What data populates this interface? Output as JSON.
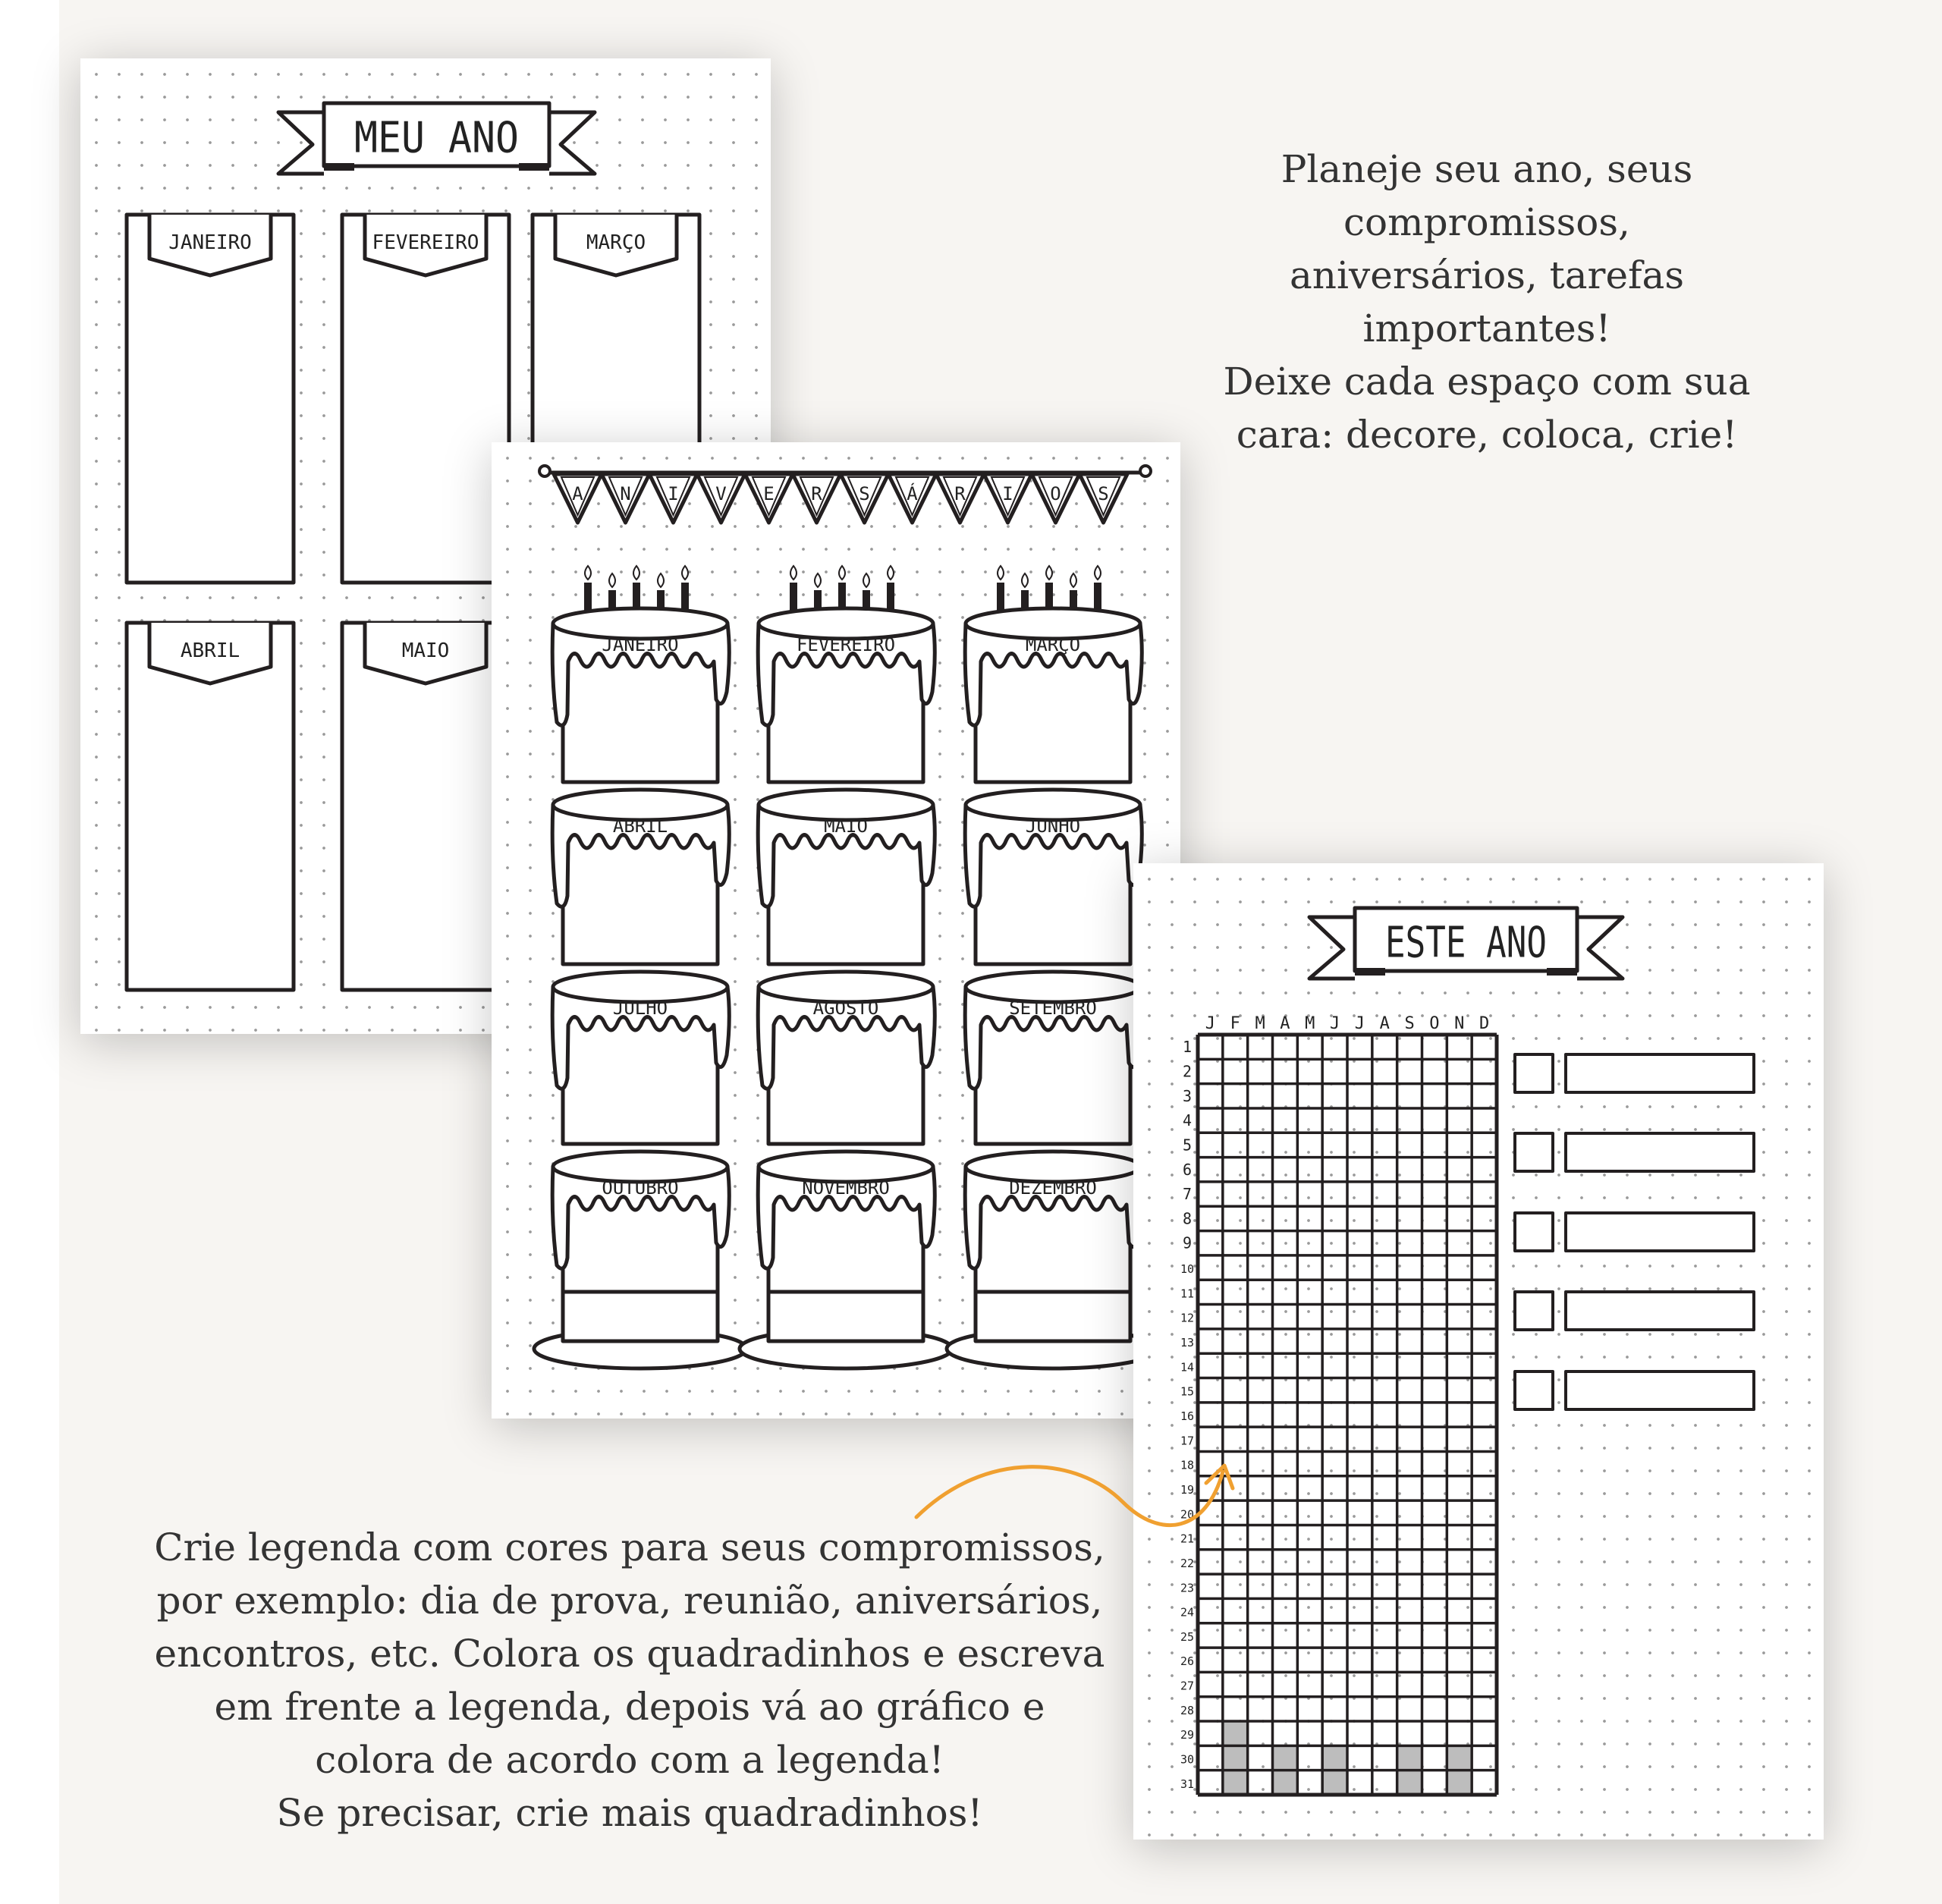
{
  "meu_ano": {
    "title": "MEU ANO",
    "months": [
      "JANEIRO",
      "FEVEREIRO",
      "MARÇO",
      "ABRIL",
      "MAIO"
    ]
  },
  "aniversarios": {
    "title_letters": [
      "A",
      "N",
      "I",
      "V",
      "E",
      "R",
      "S",
      "Á",
      "R",
      "I",
      "O",
      "S"
    ],
    "months": [
      "JANEIRO",
      "FEVEREIRO",
      "MARÇO",
      "ABRIL",
      "MAIO",
      "JUNHO",
      "JULHO",
      "AGOSTO",
      "SETEMBRO",
      "OUTUBRO",
      "NOVEMBRO",
      "DEZEMBRO"
    ]
  },
  "este_ano": {
    "title": "ESTE ANO",
    "month_initials": [
      "J",
      "F",
      "M",
      "A",
      "M",
      "J",
      "J",
      "A",
      "S",
      "O",
      "N",
      "D"
    ],
    "days": [
      "1",
      "2",
      "3",
      "4",
      "5",
      "6",
      "7",
      "8",
      "9",
      "10",
      "11",
      "12",
      "13",
      "14",
      "15",
      "16",
      "17",
      "18",
      "19",
      "20",
      "21",
      "22",
      "23",
      "24",
      "25",
      "26",
      "27",
      "28",
      "29",
      "30",
      "31"
    ],
    "shaded_cells": [
      [
        1,
        29
      ],
      [
        1,
        30
      ],
      [
        1,
        31
      ],
      [
        3,
        30
      ],
      [
        3,
        31
      ],
      [
        5,
        30
      ],
      [
        5,
        31
      ],
      [
        8,
        30
      ],
      [
        8,
        31
      ],
      [
        10,
        30
      ],
      [
        10,
        31
      ]
    ],
    "legend_rows": 5,
    "shade_color": "#bdbdbd"
  },
  "copy_top": [
    "Planeje seu ano, seus",
    "compromissos,",
    "aniversários, tarefas",
    "importantes!",
    "Deixe cada espaço com sua",
    "cara: decore, coloca, crie!"
  ],
  "copy_bottom": [
    "Crie legenda com cores para seus compromissos,",
    "por exemplo: dia de prova, reunião, aniversários,",
    "encontros, etc. Colora os quadradinhos e escreva",
    "em frente a legenda, depois vá ao gráfico e",
    "colora de acordo com a legenda!",
    "Se precisar, crie mais quadradinhos!"
  ],
  "accent_color": "#f0a030"
}
